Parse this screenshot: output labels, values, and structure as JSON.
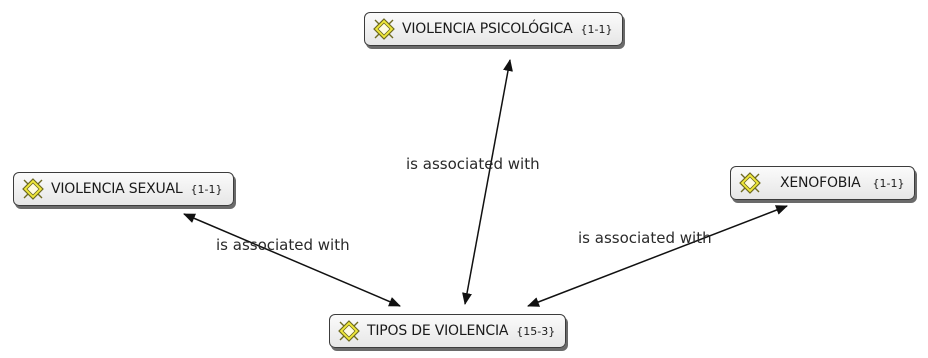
{
  "network": {
    "nodes": {
      "psicologica": {
        "label": "VIOLENCIA PSICOLÓGICA",
        "count": "{1-1}",
        "icon": "code-node-icon"
      },
      "sexual": {
        "label": "VIOLENCIA SEXUAL",
        "count": "{1-1}",
        "icon": "code-node-icon"
      },
      "xenofobia": {
        "label": "XENOFOBIA",
        "count": "{1-1}",
        "icon": "code-node-icon"
      },
      "tipos": {
        "label": "TIPOS DE VIOLENCIA",
        "count": "{15-3}",
        "icon": "code-node-icon"
      }
    },
    "links": [
      {
        "from": "tipos",
        "to": "psicologica",
        "label": "is associated with"
      },
      {
        "from": "tipos",
        "to": "sexual",
        "label": "is associated with"
      },
      {
        "from": "tipos",
        "to": "xenofobia",
        "label": "is associated with"
      }
    ],
    "colors": {
      "edge": "#111111",
      "node_border": "#3c3c3c",
      "icon_fill": "#f2ea3a",
      "icon_outline": "#6e6a20"
    }
  }
}
